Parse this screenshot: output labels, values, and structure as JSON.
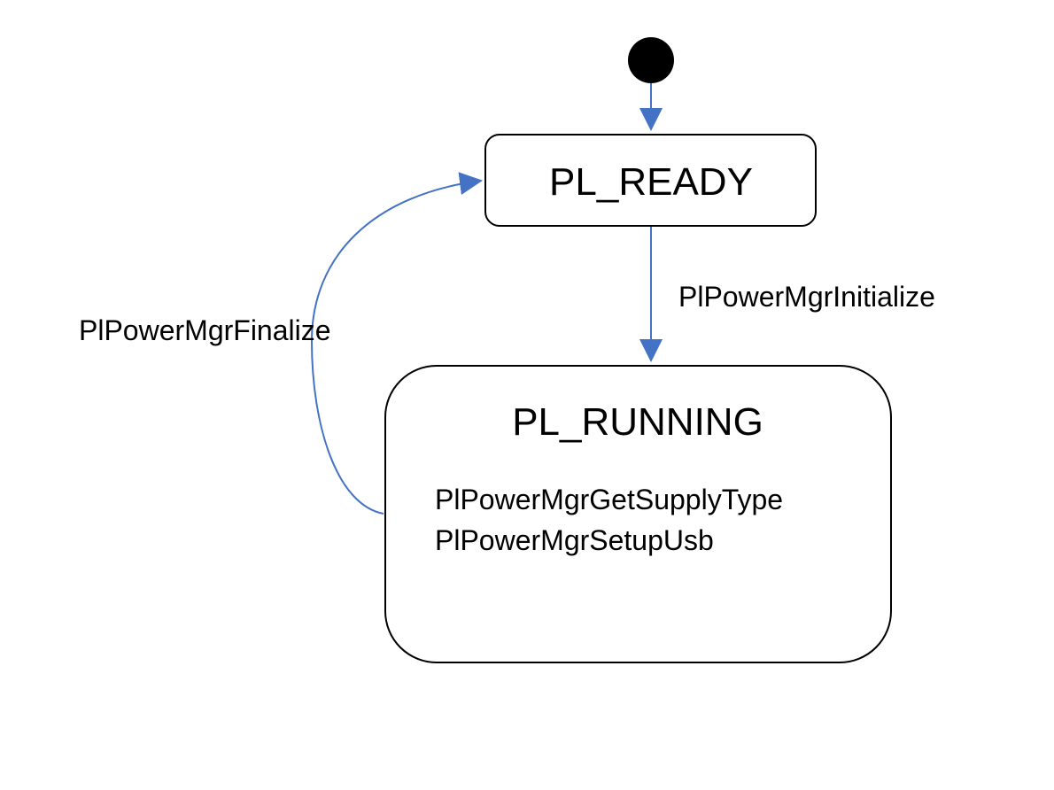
{
  "colors": {
    "arrow": "#4472c4",
    "stroke": "#000000",
    "fill": "#ffffff"
  },
  "states": {
    "ready": {
      "name": "PL_READY"
    },
    "running": {
      "name": "PL_RUNNING",
      "activities": [
        "PlPowerMgrGetSupplyType",
        "PlPowerMgrSetupUsb"
      ]
    }
  },
  "transitions": {
    "initialize": {
      "label": "PlPowerMgrInitialize"
    },
    "finalize": {
      "label": "PlPowerMgrFinalize"
    }
  }
}
